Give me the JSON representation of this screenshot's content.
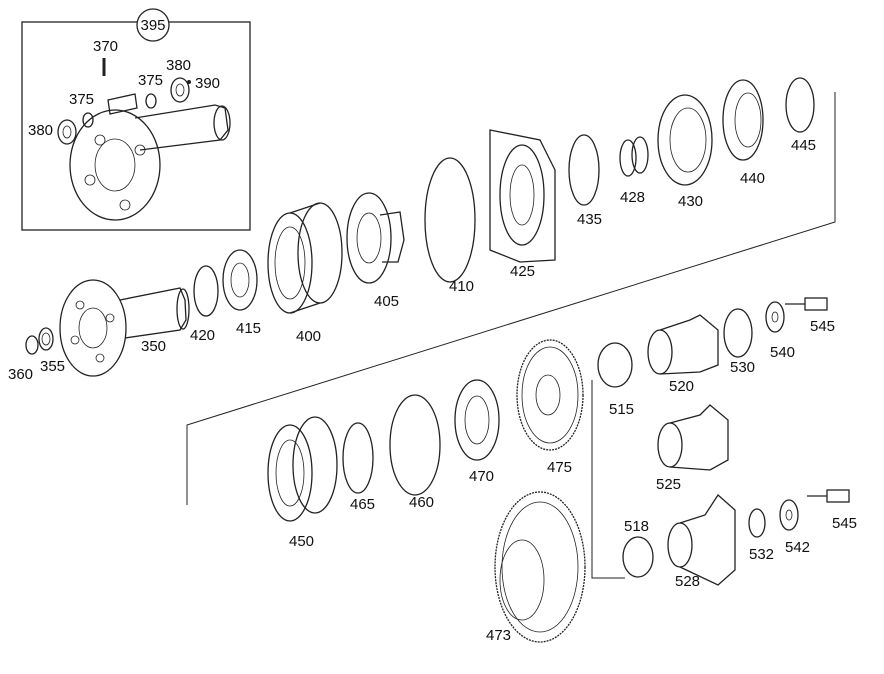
{
  "callouts": {
    "p395": "395",
    "p370": "370",
    "p375a": "375",
    "p375b": "375",
    "p380a": "380",
    "p380b": "380",
    "p390": "390",
    "p360": "360",
    "p355": "355",
    "p350": "350",
    "p420": "420",
    "p415": "415",
    "p400": "400",
    "p405": "405",
    "p410": "410",
    "p425": "425",
    "p435": "435",
    "p428": "428",
    "p430": "430",
    "p440": "440",
    "p445": "445",
    "p545a": "545",
    "p540": "540",
    "p530": "530",
    "p520": "520",
    "p515": "515",
    "p475": "475",
    "p470": "470",
    "p460": "460",
    "p465": "465",
    "p450": "450",
    "p525": "525",
    "p518": "518",
    "p528": "528",
    "p532": "532",
    "p542": "542",
    "p545b": "545",
    "p473": "473"
  }
}
